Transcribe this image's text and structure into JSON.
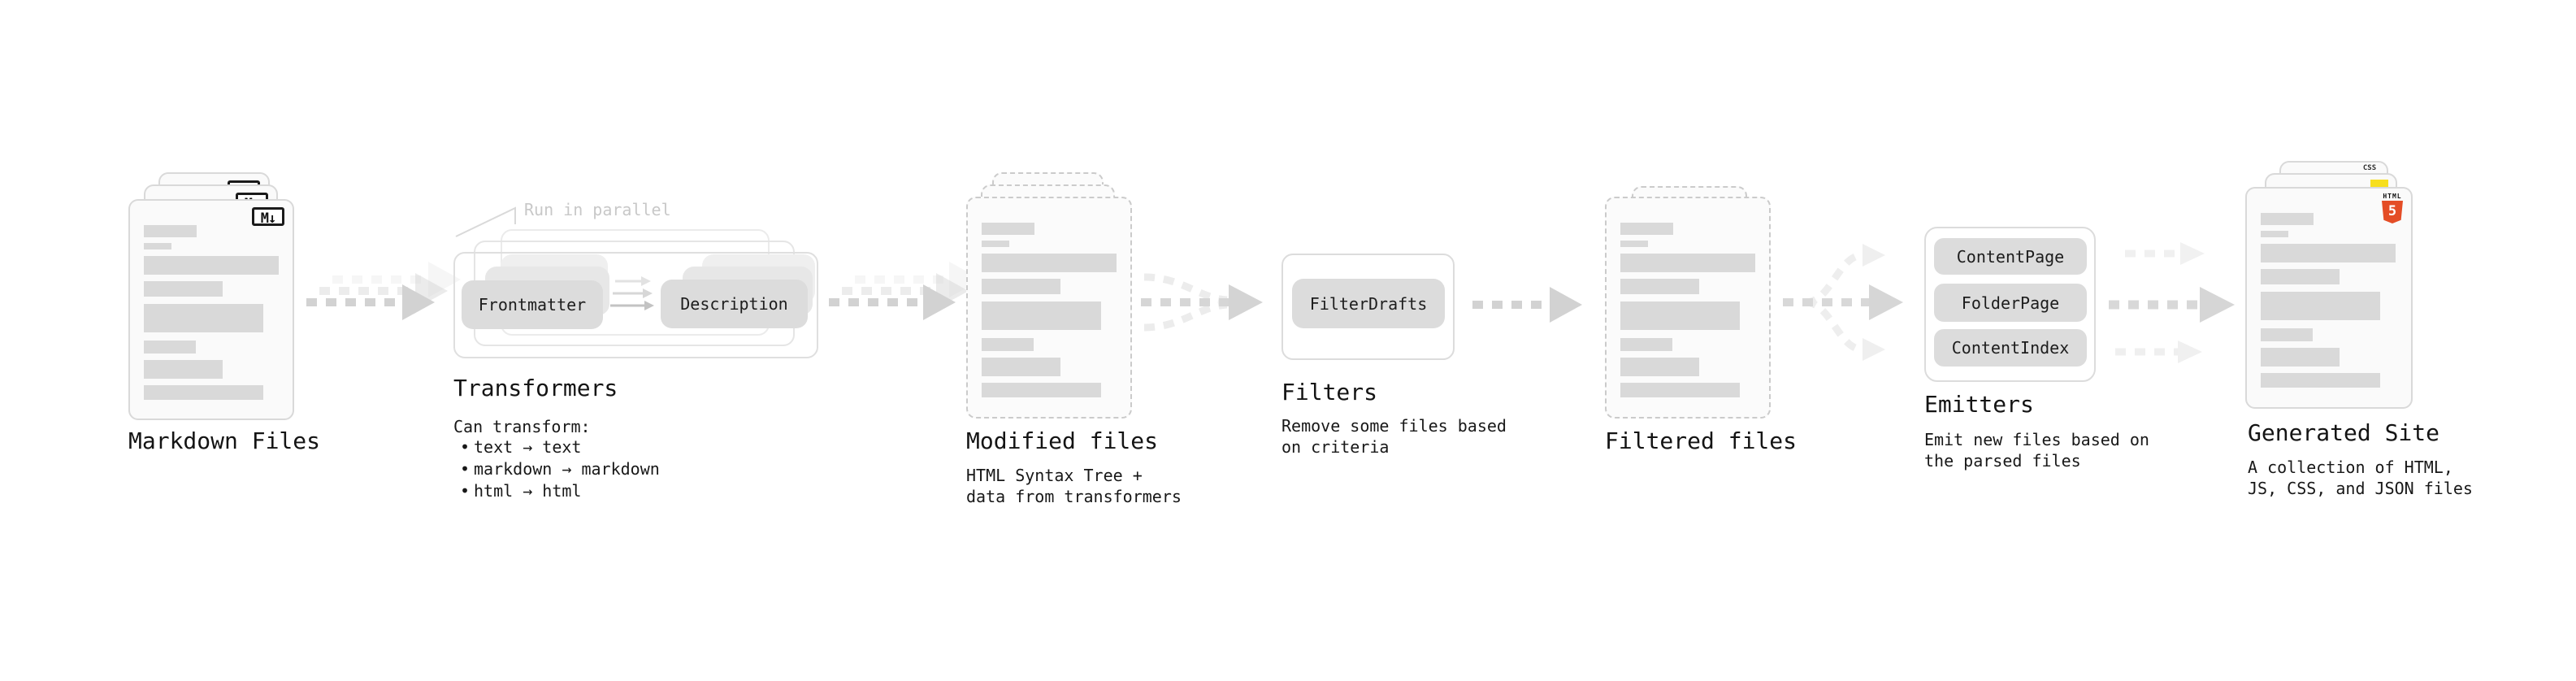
{
  "diagram": {
    "note_run_in_parallel": "Run in parallel",
    "markdown_files": {
      "label": "Markdown Files",
      "badge": "M↓"
    },
    "transformers": {
      "label": "Transformers",
      "pill_left": "Frontmatter",
      "pill_right": "Description",
      "desc_title": "Can transform:",
      "bullet_char": "•",
      "bullets": [
        "text → text",
        "markdown → markdown",
        "html → html"
      ]
    },
    "modified_files": {
      "label": "Modified files",
      "desc_line1": "HTML Syntax Tree +",
      "desc_line2": "data from transformers"
    },
    "filters": {
      "label": "Filters",
      "pill": "FilterDrafts",
      "desc_line1": "Remove some files based",
      "desc_line2": "on criteria"
    },
    "filtered_files": {
      "label": "Filtered files"
    },
    "emitters": {
      "label": "Emitters",
      "pills": [
        "ContentPage",
        "FolderPage",
        "ContentIndex"
      ],
      "desc_line1": "Emit new files based on",
      "desc_line2": "the parsed files"
    },
    "generated_site": {
      "label": "Generated Site",
      "desc_line1": "A collection of HTML,",
      "desc_line2": "JS, CSS, and JSON files",
      "css_badge": "CSS",
      "html_badge_label": "HTML",
      "html_badge_number": "5"
    }
  },
  "colors": {
    "html5_orange": "#e44d26",
    "js_yellow": "#f7df1e",
    "css_blue": "#2b63f1",
    "arrow_gray": "#d2d2d2",
    "note_gray": "#c8c8c8",
    "pill_gray": "#dcdcdc",
    "card_border": "#d9d9d9",
    "placeholder_bar": "#d9d9d9"
  }
}
